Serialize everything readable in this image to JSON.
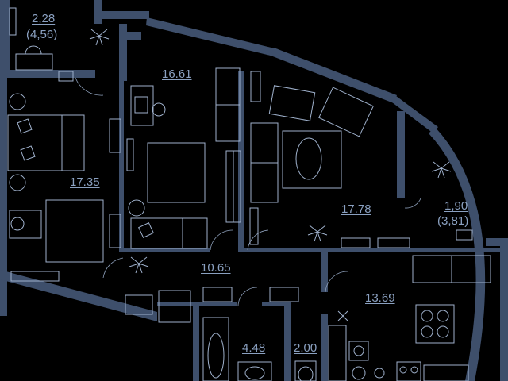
{
  "rooms": [
    {
      "id": "storage",
      "area": "2,28",
      "sub": "(4,56)"
    },
    {
      "id": "bedroom-2",
      "area": "16.61"
    },
    {
      "id": "bedroom-1",
      "area": "17.35"
    },
    {
      "id": "living",
      "area": "17.78"
    },
    {
      "id": "balcony",
      "area": "1,90",
      "sub": "(3,81)"
    },
    {
      "id": "hall",
      "area": "10.65"
    },
    {
      "id": "kitchen",
      "area": "13.69"
    },
    {
      "id": "bathroom",
      "area": "4.48"
    },
    {
      "id": "wc",
      "area": "2.00"
    }
  ],
  "colors": {
    "background": "#000000",
    "wall": "#3e4f6b",
    "line": "#9fb1cc",
    "text": "#8aa0c0"
  }
}
